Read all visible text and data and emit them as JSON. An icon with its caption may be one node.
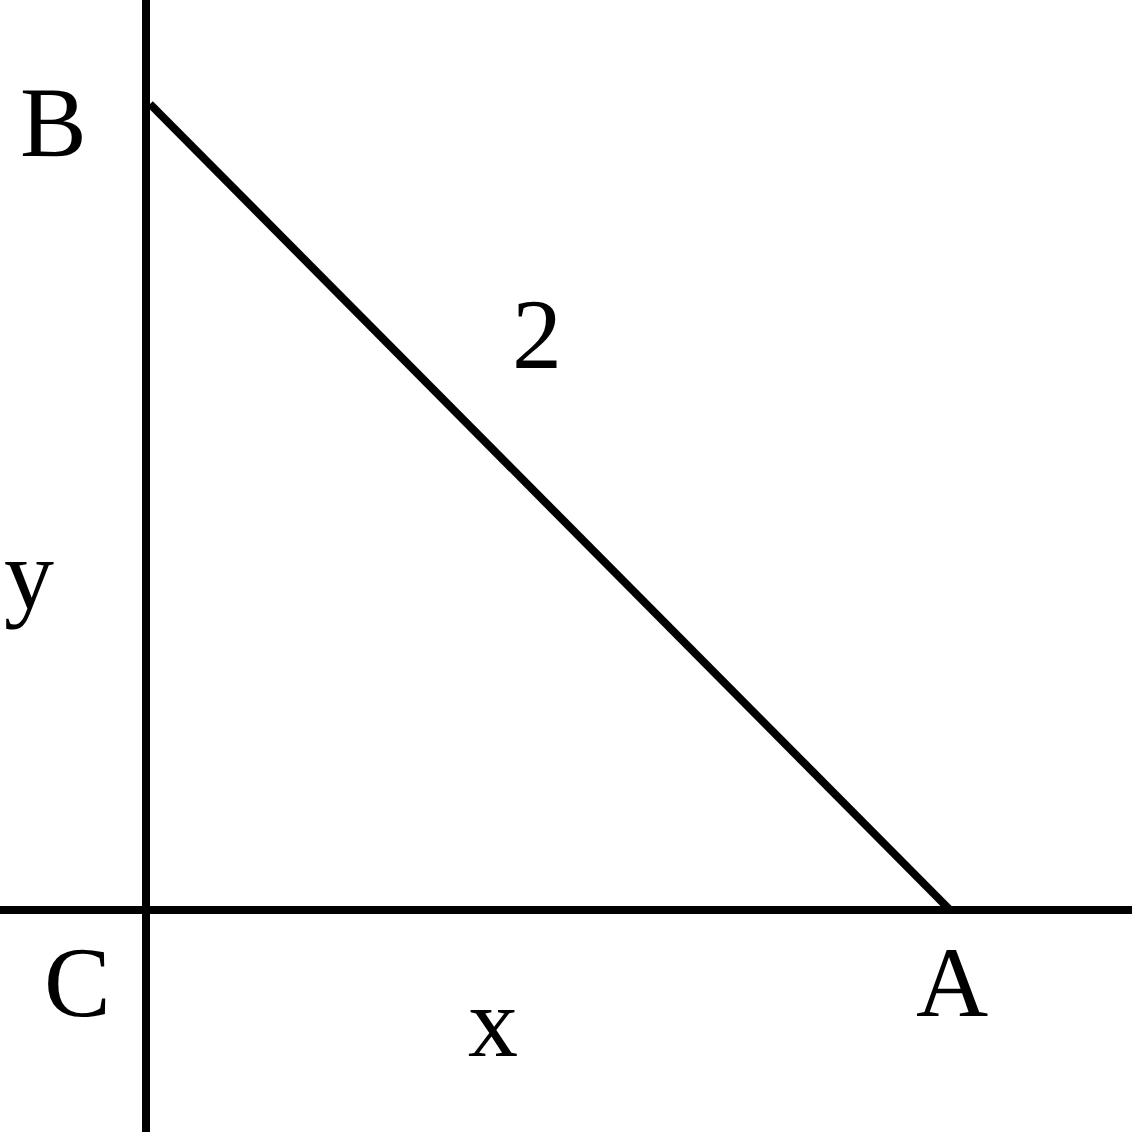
{
  "diagram": {
    "labels": [
      "B",
      "2",
      "y",
      "C",
      "x",
      "A"
    ]
  }
}
